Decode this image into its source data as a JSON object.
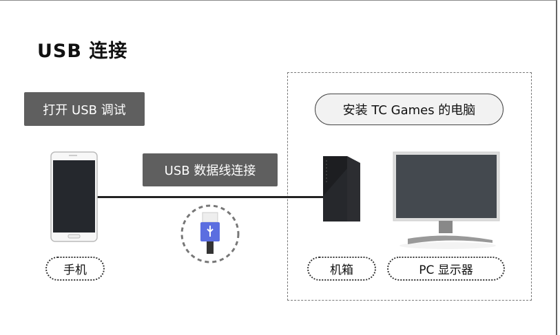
{
  "title": "USB 连接",
  "enable_debug": "打开 USB 调试",
  "cable_label": "USB 数据线连接",
  "pc_label": "安装 TC Games 的电脑",
  "phone_label": "手机",
  "case_label": "机箱",
  "monitor_label": "PC 显示器",
  "colors": {
    "usb": "#5b6ee0",
    "label_bg": "#5f5f5f"
  }
}
